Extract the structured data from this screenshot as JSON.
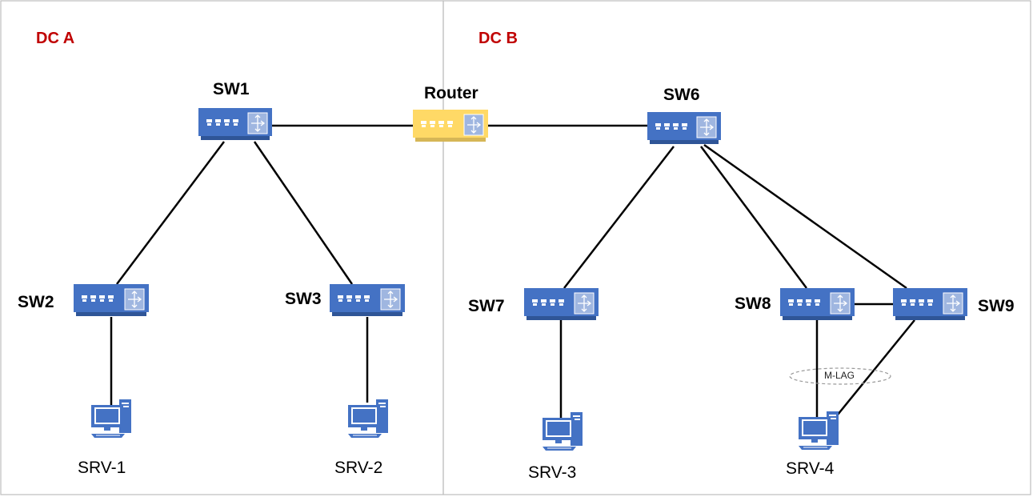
{
  "colors": {
    "dc_title": "#c00000",
    "switch_body": "#4472c4",
    "switch_dark": "#2f5597",
    "router_body": "#ffd966",
    "router_dark": "#d6b656",
    "server": "#4472c4",
    "zone_border": "#bfbfbf"
  },
  "zones": [
    {
      "title": "DC A"
    },
    {
      "title": "DC B"
    }
  ],
  "devices": {
    "sw1": {
      "label": "SW1",
      "kind": "switch"
    },
    "router": {
      "label": "Router",
      "kind": "router"
    },
    "sw6": {
      "label": "SW6",
      "kind": "switch"
    },
    "sw2": {
      "label": "SW2",
      "kind": "switch"
    },
    "sw3": {
      "label": "SW3",
      "kind": "switch"
    },
    "sw7": {
      "label": "SW7",
      "kind": "switch"
    },
    "sw8": {
      "label": "SW8",
      "kind": "switch"
    },
    "sw9": {
      "label": "SW9",
      "kind": "switch"
    },
    "srv1": {
      "label": "SRV-1",
      "kind": "server"
    },
    "srv2": {
      "label": "SRV-2",
      "kind": "server"
    },
    "srv3": {
      "label": "SRV-3",
      "kind": "server"
    },
    "srv4": {
      "label": "SRV-4",
      "kind": "server"
    }
  },
  "links": [
    [
      "sw1",
      "router"
    ],
    [
      "router",
      "sw6"
    ],
    [
      "sw1",
      "sw2"
    ],
    [
      "sw1",
      "sw3"
    ],
    [
      "sw2",
      "srv1"
    ],
    [
      "sw3",
      "srv2"
    ],
    [
      "sw6",
      "sw7"
    ],
    [
      "sw6",
      "sw8"
    ],
    [
      "sw6",
      "sw9"
    ],
    [
      "sw8",
      "sw9"
    ],
    [
      "sw7",
      "srv3"
    ],
    [
      "sw8",
      "srv4"
    ],
    [
      "sw9",
      "srv4"
    ]
  ],
  "mlag": {
    "label": "M-LAG"
  }
}
